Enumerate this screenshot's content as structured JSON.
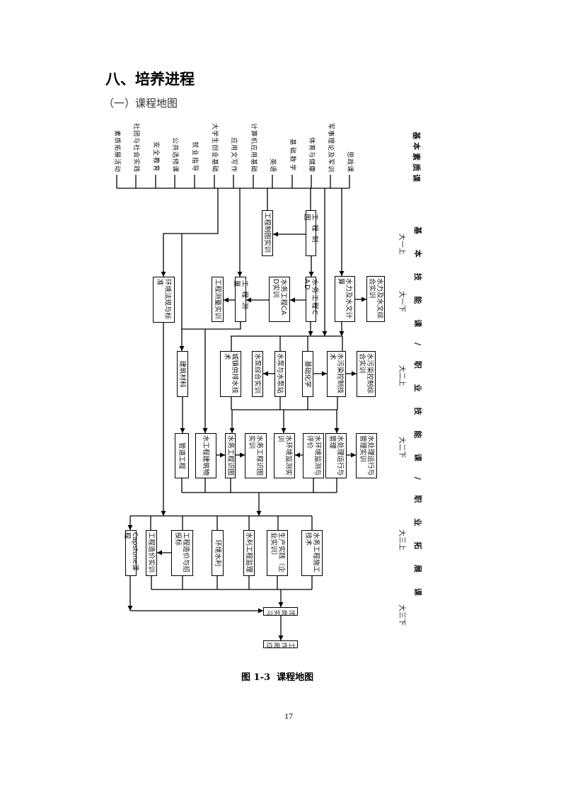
{
  "header": {
    "title": "八、培养进程",
    "subtitle": "（一）课程地图"
  },
  "diagram": {
    "category_labels": {
      "basic_quality": "基本素质课",
      "skills_track": "基本技能课/职业技能课/职业拓展课"
    },
    "semesters": [
      "大一上",
      "大一下",
      "大二上",
      "大二下",
      "大三上",
      "大三下"
    ],
    "basic_quality_courses": [
      "素质拓展活动",
      "社团与社会实践",
      "安全教育",
      "公共选修课",
      "就业指导",
      "大学生创业基础",
      "应用文写作",
      "计算机应用基础",
      "英语",
      "基础数学",
      "体育与健康",
      "军事理论及军训",
      "思政课"
    ],
    "year1_fall": [
      "工程制图",
      "工程制图实训"
    ],
    "year1_spring": [
      "环境法规与标准",
      "工程测量实训",
      "工程测量",
      "水务工程CAD实训",
      "水务工程CAD",
      "水力及水文计算",
      "水力及水文综合实训"
    ],
    "year2_fall": [
      "建筑材料",
      "城镇供排水技术",
      "水泵综合实训",
      "水泵与水泵站",
      "基础化学",
      "水污染控制技术",
      "水污染控制综合实训"
    ],
    "year2_spring": [
      "管道工程",
      "水工程建筑物",
      "水务工程识图",
      "水务工程识图实训",
      "水环境监测实训",
      "水环境监测与评价",
      "水处理运行与管理",
      "水处理运行与管理实训"
    ],
    "year3_fall": [
      "Capstone课程",
      "工程造价实训",
      "工程造价与招投标",
      "环境水利",
      "水利工程监理",
      "生产实践（企业实训）",
      "水务工程施工技术"
    ],
    "year3_spring": [
      "顶岗实习",
      "工作岗位"
    ]
  },
  "caption": "图 1-3  课程地图",
  "page_number": "17"
}
